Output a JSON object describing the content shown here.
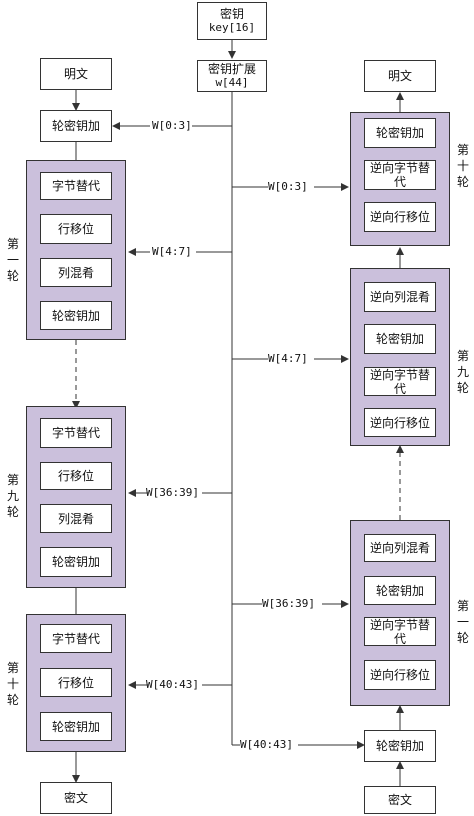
{
  "key": {
    "line1": "密钥",
    "line2": "key[16]"
  },
  "expansion": {
    "line1": "密钥扩展",
    "line2": "w[44]"
  },
  "encrypt": {
    "plaintext": "明文",
    "add_round_key_initial": "轮密钥加",
    "round1": {
      "label": [
        "第",
        "一",
        "轮"
      ],
      "steps": [
        "字节替代",
        "行移位",
        "列混肴",
        "轮密钥加"
      ]
    },
    "round9": {
      "label": [
        "第",
        "九",
        "轮"
      ],
      "steps": [
        "字节替代",
        "行移位",
        "列混肴",
        "轮密钥加"
      ]
    },
    "round10": {
      "label": [
        "第",
        "十",
        "轮"
      ],
      "steps": [
        "字节替代",
        "行移位",
        "轮密钥加"
      ]
    },
    "ciphertext": "密文"
  },
  "decrypt": {
    "plaintext": "明文",
    "round10": {
      "label": [
        "第",
        "十",
        "轮"
      ],
      "steps": [
        "轮密钥加",
        "逆向字节替代",
        "逆向行移位"
      ]
    },
    "round9": {
      "label": [
        "第",
        "九",
        "轮"
      ],
      "steps": [
        "逆向列混肴",
        "轮密钥加",
        "逆向字节替代",
        "逆向行移位"
      ]
    },
    "round1": {
      "label": [
        "第",
        "一",
        "轮"
      ],
      "steps": [
        "逆向列混肴",
        "轮密钥加",
        "逆向字节替代",
        "逆向行移位"
      ]
    },
    "add_round_key_initial": "轮密钥加",
    "ciphertext": "密文"
  },
  "key_labels": {
    "enc_0_3": "W[0:3]",
    "enc_4_7": "W[4:7]",
    "enc_36_39": "W[36:39]",
    "enc_40_43": "W[40:43]",
    "dec_0_3": "W[0:3]",
    "dec_4_7": "W[4:7]",
    "dec_36_39": "W[36:39]",
    "dec_40_43": "W[40:43]"
  },
  "colors": {
    "panel_fill": "#cbc0dc",
    "line": "#333333"
  }
}
